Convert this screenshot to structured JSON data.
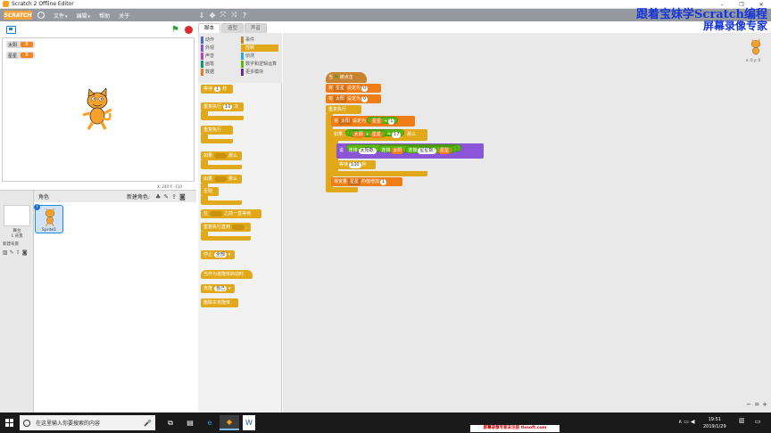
{
  "window": {
    "title": "Scratch 2 Offline Editor",
    "minimize": "–",
    "maximize": "❐",
    "close": "✕"
  },
  "menubar": {
    "logo": "SCRATCH",
    "items": [
      "文件",
      "编辑",
      "帮助",
      "关于"
    ],
    "tools": [
      "⇩",
      "✥",
      "⤧",
      "⤨",
      "?"
    ]
  },
  "watermark_top": {
    "line1": "跟着宝妹学Scratch编程",
    "line2": "屏幕录像专家"
  },
  "stage": {
    "watchers": [
      {
        "name": "太阳",
        "value": "8"
      },
      {
        "name": "星星",
        "value": "8"
      }
    ],
    "coords": "X: 240  Y: -110"
  },
  "sprites": {
    "header": "角色",
    "new_sprite": "新建角色:",
    "stage_label_1": "舞台",
    "stage_label_2": "1 背景",
    "new_backdrop": "新建背景",
    "sprite_num": "i",
    "sprite_name": "Sprite1"
  },
  "tabs": [
    "脚本",
    "造型",
    "声音"
  ],
  "categories": [
    {
      "name": "动作",
      "color": "#4a6cd4"
    },
    {
      "name": "事件",
      "color": "#c88330"
    },
    {
      "name": "外观",
      "color": "#8a55d7"
    },
    {
      "name": "控制",
      "color": "#e1a91a"
    },
    {
      "name": "声音",
      "color": "#bb42c3"
    },
    {
      "name": "侦测",
      "color": "#2ca5e2"
    },
    {
      "name": "画笔",
      "color": "#0e9a6c"
    },
    {
      "name": "数字和逻辑运算",
      "color": "#5cb712"
    },
    {
      "name": "数据",
      "color": "#ee7d16"
    },
    {
      "name": "更多模块",
      "color": "#632d99"
    }
  ],
  "palette_blocks": {
    "wait": "等待",
    "wait_val": "1",
    "wait_unit": "秒",
    "repeat": "重复执行",
    "repeat_val": "10",
    "repeat_unit": "次",
    "forever": "重复执行",
    "if_then": "如果",
    "then": "那么",
    "if_else": "如果",
    "then2": "那么",
    "else": "否则",
    "wait_until": "在",
    "wait_until_2": "之前一直等待",
    "repeat_until": "重复执行直到",
    "stop": "停止",
    "stop_opt": "全部",
    "clone_start": "当作为克隆体启动时",
    "clone": "克隆",
    "clone_opt": "自己",
    "delete_clone": "删除本克隆体"
  },
  "script": {
    "hat": "当",
    "hat_2": "被点击",
    "set1": "将",
    "set1_var": "星星",
    "set1_mid": "设定为",
    "set1_val": "0",
    "set2": "将",
    "set2_var": "太阳",
    "set2_mid": "设定为",
    "set2_val": "0",
    "forever": "重复执行",
    "set3": "将",
    "set3_var": "太阳",
    "set3_mid": "设定为",
    "set3_rep": "星星",
    "set3_op": "+",
    "set3_val": "1",
    "if": "如果",
    "if_a": "太阳",
    "if_op1": "+",
    "if_b": "星星",
    "if_op2": "=",
    "if_val": "17",
    "if_then": "那么",
    "say": "说",
    "say_j1": "连接",
    "say_t1": "太阳数:",
    "say_j2": "连接",
    "say_r1": "太阳",
    "say_j3": "连接",
    "say_t2": "星星数:",
    "say_r2": "星星",
    "wait": "等待",
    "wait_val": "100",
    "wait_unit": "秒",
    "change": "将变量",
    "change_var": "星星",
    "change_mid": "的值增加",
    "change_val": "1"
  },
  "sprite_corner_xy": "x: 0  y: 0",
  "zoom": [
    "−",
    "=",
    "+"
  ],
  "taskbar": {
    "search_placeholder": "在这里输入你要搜索的内容",
    "mic": "🎤",
    "apps": [
      "⧉",
      "▤",
      "e",
      "◆",
      "W"
    ],
    "watermark": "屏幕录像专家未注册 tlxsoft.com",
    "time": "19:51",
    "date": "2019/1/29",
    "tray_icons": "∧ ▭ ◀",
    "notif": "▭"
  }
}
